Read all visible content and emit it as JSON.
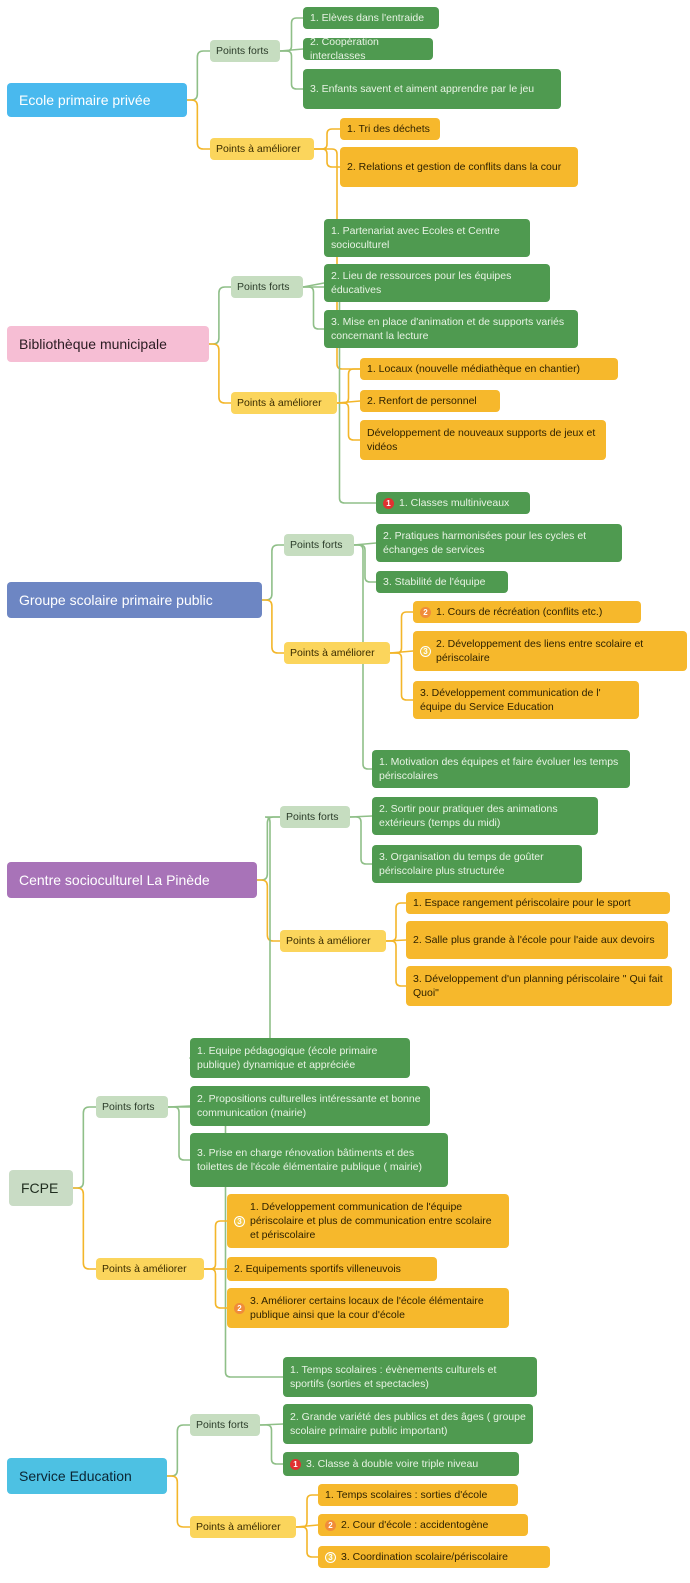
{
  "colors": {
    "green_link": "#8fbf88",
    "orange_link": "#f3b62a",
    "blue_root": "#49b9ee",
    "pink_root": "#f6bed4",
    "slate_root": "#6d86c3",
    "purple_root": "#a873b8",
    "sage_root": "#c9dcc5",
    "teal_root": "#4dc1e3"
  },
  "maps": [
    {
      "title": "Ecole primaire privée",
      "strengths_label": "Points forts",
      "improve_label": "Points à améliorer",
      "strengths": [
        {
          "text": "1. Elèves dans l'entraide"
        },
        {
          "text": "2. Coopération interclasses"
        },
        {
          "text": "3. Enfants savent et aiment apprendre par le jeu"
        }
      ],
      "improvements": [
        {
          "text": "1. Tri des déchets"
        },
        {
          "text": "2. Relations et gestion de conflits dans la cour"
        }
      ]
    },
    {
      "title": "Bibliothèque municipale",
      "strengths_label": "Points forts",
      "improve_label": "Points à améliorer",
      "strengths": [
        {
          "text": "1. Partenariat avec Ecoles et Centre socioculturel"
        },
        {
          "text": "2. Lieu de ressources pour les équipes éducatives"
        },
        {
          "text": "3. Mise en place d'animation et de supports variés concernant la lecture"
        }
      ],
      "improvements": [
        {
          "text": "1. Locaux (nouvelle médiathèque en chantier)"
        },
        {
          "text": "2. Renfort de personnel"
        },
        {
          "text": "Développement de nouveaux supports de jeux et vidéos"
        }
      ]
    },
    {
      "title": "Groupe scolaire primaire public",
      "strengths_label": "Points forts",
      "improve_label": "Points à améliorer",
      "strengths": [
        {
          "text": "1. Classes multiniveaux",
          "badge": "1",
          "badge_color": "red"
        },
        {
          "text": "2. Pratiques harmonisées pour les cycles et échanges de services"
        },
        {
          "text": "3. Stabilité de l'équipe"
        }
      ],
      "improvements": [
        {
          "text": "1. Cours de récréation (conflits etc.)",
          "badge": "2",
          "badge_color": "orange"
        },
        {
          "text": "2. Développement des liens entre scolaire et périscolaire",
          "badge": "3",
          "badge_color": "yellow"
        },
        {
          "text": "3. Développement communication de l' équipe du Service Education"
        }
      ]
    },
    {
      "title": "Centre socioculturel La Pinède",
      "strengths_label": "Points forts",
      "improve_label": "Points à améliorer",
      "strengths": [
        {
          "text": "1. Motivation des équipes et faire évoluer les temps périscolaires"
        },
        {
          "text": "2. Sortir pour pratiquer des animations extérieurs (temps du midi)"
        },
        {
          "text": "3. Organisation du temps de goûter périscolaire plus structurée"
        }
      ],
      "improvements": [
        {
          "text": "1. Espace rangement périscolaire pour le sport"
        },
        {
          "text": "2. Salle plus grande à l'école pour l'aide aux devoirs"
        },
        {
          "text": "3. Développement d'un planning périscolaire \" Qui fait Quoi\""
        }
      ]
    },
    {
      "title": "FCPE",
      "strengths_label": "Points forts",
      "improve_label": "Points à améliorer",
      "strengths": [
        {
          "text": "1. Equipe pédagogique (école primaire publique) dynamique et appréciée"
        },
        {
          "text": "2. Propositions culturelles intéressante et bonne communication (mairie)"
        },
        {
          "text": "3. Prise en charge rénovation bâtiments et des toilettes de l'école élémentaire publique ( mairie)"
        }
      ],
      "improvements": [
        {
          "text": "1. Développement communication de l'équipe périscolaire et plus de communication entre scolaire et périscolaire",
          "badge": "3",
          "badge_color": "yellow"
        },
        {
          "text": "2. Equipements sportifs villeneuvois"
        },
        {
          "text": "3. Améliorer certains locaux de l'école élémentaire publique ainsi que la cour d'école",
          "badge": "2",
          "badge_color": "orange"
        }
      ]
    },
    {
      "title": "Service Education",
      "strengths_label": "Points forts",
      "improve_label": "Points à améliorer",
      "strengths": [
        {
          "text": "1. Temps scolaires : évènements culturels et sportifs (sorties et spectacles)"
        },
        {
          "text": "2. Grande variété des publics et des âges ( groupe scolaire primaire public important)"
        },
        {
          "text": "3. Classe à double voire triple niveau",
          "badge": "1",
          "badge_color": "red"
        }
      ],
      "improvements": [
        {
          "text": "1. Temps scolaires : sorties d'école"
        },
        {
          "text": "2. Cour d'école : accidentogène",
          "badge": "2",
          "badge_color": "orange"
        },
        {
          "text": "3. Coordination scolaire/périscolaire",
          "badge": "3",
          "badge_color": "yellow"
        }
      ]
    }
  ]
}
